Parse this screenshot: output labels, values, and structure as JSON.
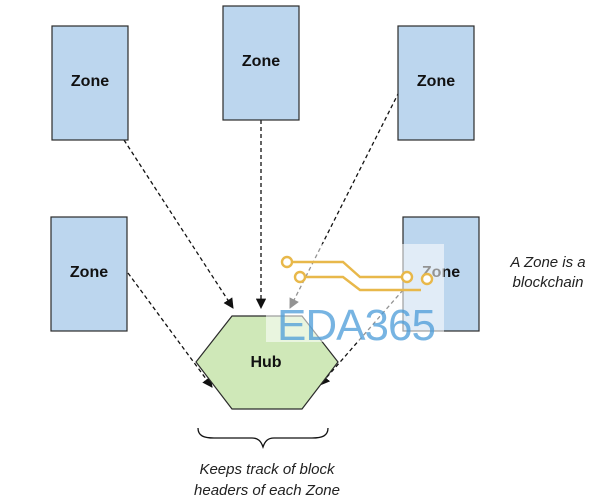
{
  "diagram": {
    "zones": [
      {
        "label": "Zone"
      },
      {
        "label": "Zone"
      },
      {
        "label": "Zone"
      },
      {
        "label": "Zone"
      },
      {
        "label": "Zone"
      }
    ],
    "hub": {
      "label": "Hub"
    },
    "note_right": {
      "line1": "A Zone is a",
      "line2": "blockchain"
    },
    "note_bottom": {
      "line1": "Keeps track of block",
      "line2": "headers of each Zone"
    }
  },
  "watermark": {
    "text": "EDA365"
  },
  "colors": {
    "zone_fill": "#bcd6ee",
    "zone_stroke": "#2b2b2b",
    "hub_fill": "#cfe8b8",
    "hub_stroke": "#2b2b2b",
    "watermark_text": "#4a9bd8",
    "watermark_circuit": "#e8b84a"
  }
}
